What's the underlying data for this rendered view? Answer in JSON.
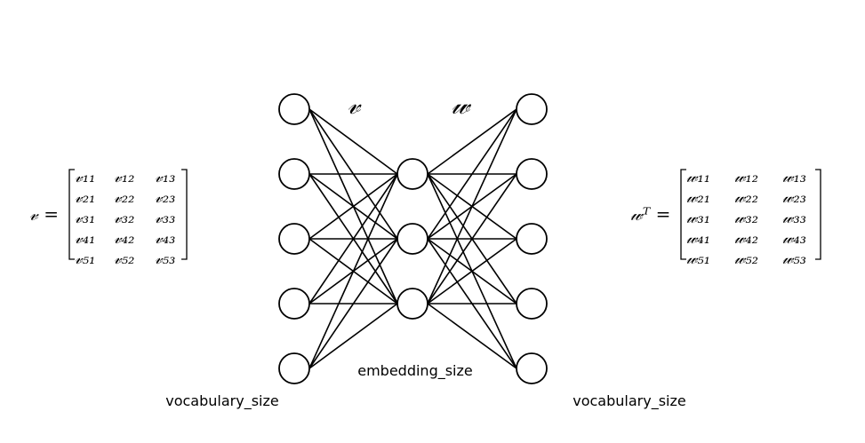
{
  "network": {
    "input_layer": {
      "label": "vocabulary_size",
      "nodes": 5
    },
    "hidden_layer": {
      "label": "embedding_size",
      "nodes": 3
    },
    "output_layer": {
      "label": "vocabulary_size",
      "nodes": 5
    },
    "weights_in_label": "𝓋",
    "weights_out_label": "𝓌"
  },
  "matrix_v": {
    "lhs": "𝓋 =",
    "rows": [
      [
        "𝓋₁₁",
        "𝓋₁₂",
        "𝓋₁₃"
      ],
      [
        "𝓋₂₁",
        "𝓋₂₂",
        "𝓋₂₃"
      ],
      [
        "𝓋₃₁",
        "𝓋₃₂",
        "𝓋₃₃"
      ],
      [
        "𝓋₄₁",
        "𝓋₄₂",
        "𝓋₄₃"
      ],
      [
        "𝓋₅₁",
        "𝓋₅₂",
        "𝓋₅₃"
      ]
    ]
  },
  "matrix_w": {
    "lhs": "𝓌ᵀ =",
    "rows": [
      [
        "𝓌₁₁",
        "𝓌₁₂",
        "𝓌₁₃"
      ],
      [
        "𝓌₂₁",
        "𝓌₂₂",
        "𝓌₂₃"
      ],
      [
        "𝓌₃₁",
        "𝓌₃₂",
        "𝓌₃₃"
      ],
      [
        "𝓌₄₁",
        "𝓌₄₂",
        "𝓌₄₃"
      ],
      [
        "𝓌₅₁",
        "𝓌₅₂",
        "𝓌₅₃"
      ]
    ]
  }
}
